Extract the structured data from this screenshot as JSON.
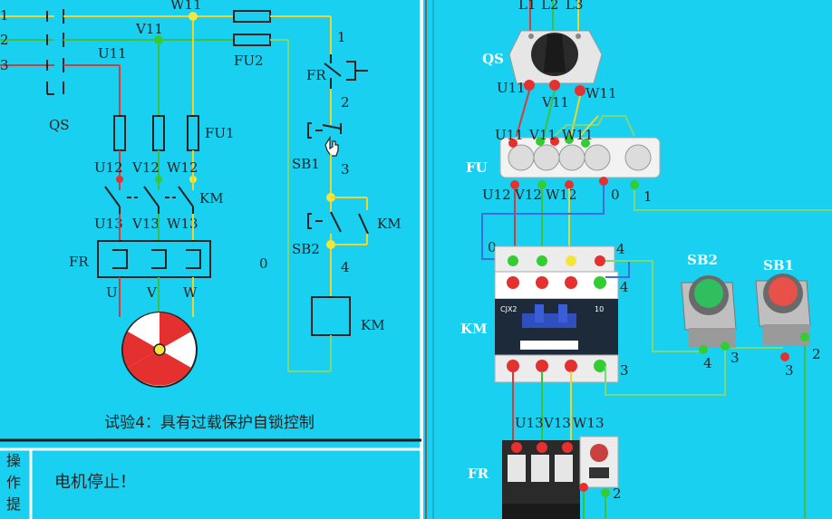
{
  "schematic": {
    "caption": "试验4：具有过载保护自锁控制",
    "labels": {
      "phase1": "1",
      "phase2": "2",
      "phase3": "3",
      "w11": "W11",
      "v11": "V11",
      "u11": "U11",
      "qs": "QS",
      "fu2": "FU2",
      "fu1": "FU1",
      "u12": "U12",
      "v12": "V12",
      "w12": "W12",
      "km_main": "KM",
      "u13": "U13",
      "v13": "V13",
      "w13": "W13",
      "fr": "FR",
      "u": "U",
      "v": "V",
      "w": "W",
      "zero": "0",
      "node1": "1",
      "node2": "2",
      "node3": "3",
      "node4": "4",
      "fr_ctrl": "FR",
      "sb1": "SB1",
      "sb2": "SB2",
      "km_aux": "KM",
      "km_coil": "KM"
    }
  },
  "wiring": {
    "labels": {
      "l1": "L1",
      "l2": "L2",
      "l3": "L3",
      "qs": "QS",
      "u11": "U11",
      "v11": "V11",
      "w11": "W11",
      "fu": "FU",
      "fu_u11": "U11",
      "fu_v11": "V11",
      "fu_w11": "W11",
      "u12": "U12",
      "v12": "V12",
      "w12": "W12",
      "t0": "0",
      "t1": "1",
      "km": "KM",
      "km_t0": "0",
      "km_t4a": "4",
      "km_t4b": "4",
      "km_t3": "3",
      "contactor_model": "CJX2",
      "contactor_num": "10",
      "sb2": "SB2",
      "sb1": "SB1",
      "sb2_t4": "4",
      "sb2_t3": "3",
      "sb1_t3": "3",
      "sb1_t2": "2",
      "fr": "FR",
      "u13": "U13",
      "v13": "V13",
      "w13": "W13",
      "fr_t2": "2"
    }
  },
  "operation": {
    "label": "操作提示",
    "message": "电机停止！"
  },
  "colors": {
    "background": "#1ad0f0",
    "phase_l1": "#d83a3a",
    "phase_l2": "#3fbf3f",
    "phase_l3": "#f2d22e",
    "control_wire": "#7ed87a",
    "node_yellow": "#f4e53a",
    "node_green": "#33cc33",
    "node_red": "#e53030"
  }
}
